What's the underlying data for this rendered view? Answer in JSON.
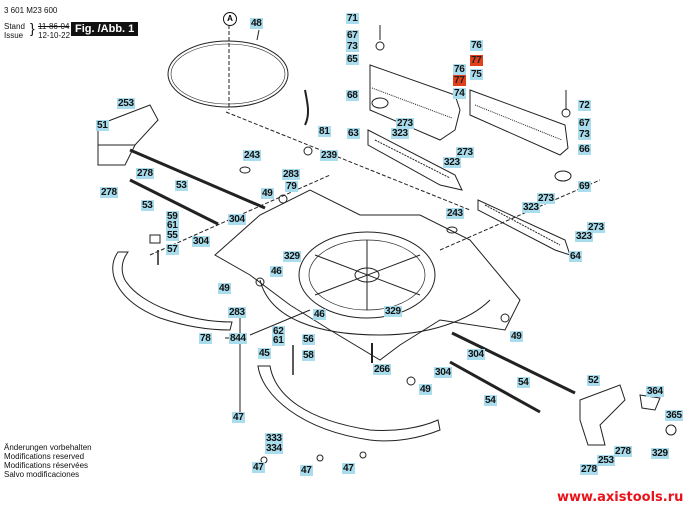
{
  "header": {
    "part_number": "3 601 M23 600",
    "stand_label": "Stand",
    "issue_label": "Issue",
    "stand_date": "11-86-04",
    "issue_date": "12-10-22",
    "figure_label": "Fig. /Abb. 1",
    "reference_marker": "A"
  },
  "footer": {
    "notes": [
      "Änderungen vorbehalten",
      "Modifications reserved",
      "Modifications réservées",
      "Salvo modificaciones"
    ],
    "website": "www.axistools.ru"
  },
  "colors": {
    "callout_bg": "#a9dcec",
    "callout_highlight_bg": "#e0401c",
    "website_color": "#e8131b"
  },
  "callouts": [
    {
      "id": "48",
      "highlight": false
    },
    {
      "id": "71",
      "highlight": false
    },
    {
      "id": "67",
      "highlight": false
    },
    {
      "id": "73",
      "highlight": false
    },
    {
      "id": "65",
      "highlight": false
    },
    {
      "id": "76",
      "highlight": false
    },
    {
      "id": "77",
      "highlight": true
    },
    {
      "id": "76",
      "highlight": false
    },
    {
      "id": "77",
      "highlight": true
    },
    {
      "id": "75",
      "highlight": false
    },
    {
      "id": "74",
      "highlight": false
    },
    {
      "id": "68",
      "highlight": false
    },
    {
      "id": "72",
      "highlight": false
    },
    {
      "id": "67",
      "highlight": false
    },
    {
      "id": "73",
      "highlight": false
    },
    {
      "id": "66",
      "highlight": false
    },
    {
      "id": "69",
      "highlight": false
    },
    {
      "id": "253",
      "highlight": false
    },
    {
      "id": "51",
      "highlight": false
    },
    {
      "id": "278",
      "highlight": false
    },
    {
      "id": "278",
      "highlight": false
    },
    {
      "id": "53",
      "highlight": false
    },
    {
      "id": "53",
      "highlight": false
    },
    {
      "id": "81",
      "highlight": false
    },
    {
      "id": "239",
      "highlight": false
    },
    {
      "id": "63",
      "highlight": false
    },
    {
      "id": "323",
      "highlight": false
    },
    {
      "id": "273",
      "highlight": false
    },
    {
      "id": "273",
      "highlight": false
    },
    {
      "id": "323",
      "highlight": false
    },
    {
      "id": "243",
      "highlight": false
    },
    {
      "id": "283",
      "highlight": false
    },
    {
      "id": "79",
      "highlight": false
    },
    {
      "id": "49",
      "highlight": false
    },
    {
      "id": "304",
      "highlight": false
    },
    {
      "id": "304",
      "highlight": false
    },
    {
      "id": "59",
      "highlight": false
    },
    {
      "id": "61",
      "highlight": false
    },
    {
      "id": "55",
      "highlight": false
    },
    {
      "id": "57",
      "highlight": false
    },
    {
      "id": "243",
      "highlight": false
    },
    {
      "id": "273",
      "highlight": false
    },
    {
      "id": "323",
      "highlight": false
    },
    {
      "id": "273",
      "highlight": false
    },
    {
      "id": "323",
      "highlight": false
    },
    {
      "id": "64",
      "highlight": false
    },
    {
      "id": "329",
      "highlight": false
    },
    {
      "id": "46",
      "highlight": false
    },
    {
      "id": "49",
      "highlight": false
    },
    {
      "id": "283",
      "highlight": false
    },
    {
      "id": "46",
      "highlight": false
    },
    {
      "id": "329",
      "highlight": false
    },
    {
      "id": "62",
      "highlight": false
    },
    {
      "id": "61",
      "highlight": false
    },
    {
      "id": "56",
      "highlight": false
    },
    {
      "id": "78",
      "highlight": false
    },
    {
      "id": "844",
      "highlight": false
    },
    {
      "id": "45",
      "highlight": false
    },
    {
      "id": "58",
      "highlight": false
    },
    {
      "id": "49",
      "highlight": false
    },
    {
      "id": "304",
      "highlight": false
    },
    {
      "id": "304",
      "highlight": false
    },
    {
      "id": "266",
      "highlight": false
    },
    {
      "id": "49",
      "highlight": false
    },
    {
      "id": "54",
      "highlight": false
    },
    {
      "id": "54",
      "highlight": false
    },
    {
      "id": "52",
      "highlight": false
    },
    {
      "id": "364",
      "highlight": false
    },
    {
      "id": "365",
      "highlight": false
    },
    {
      "id": "329",
      "highlight": false
    },
    {
      "id": "278",
      "highlight": false
    },
    {
      "id": "253",
      "highlight": false
    },
    {
      "id": "278",
      "highlight": false
    },
    {
      "id": "47",
      "highlight": false
    },
    {
      "id": "333",
      "highlight": false
    },
    {
      "id": "334",
      "highlight": false
    },
    {
      "id": "47",
      "highlight": false
    },
    {
      "id": "47",
      "highlight": false
    },
    {
      "id": "47",
      "highlight": false
    }
  ]
}
